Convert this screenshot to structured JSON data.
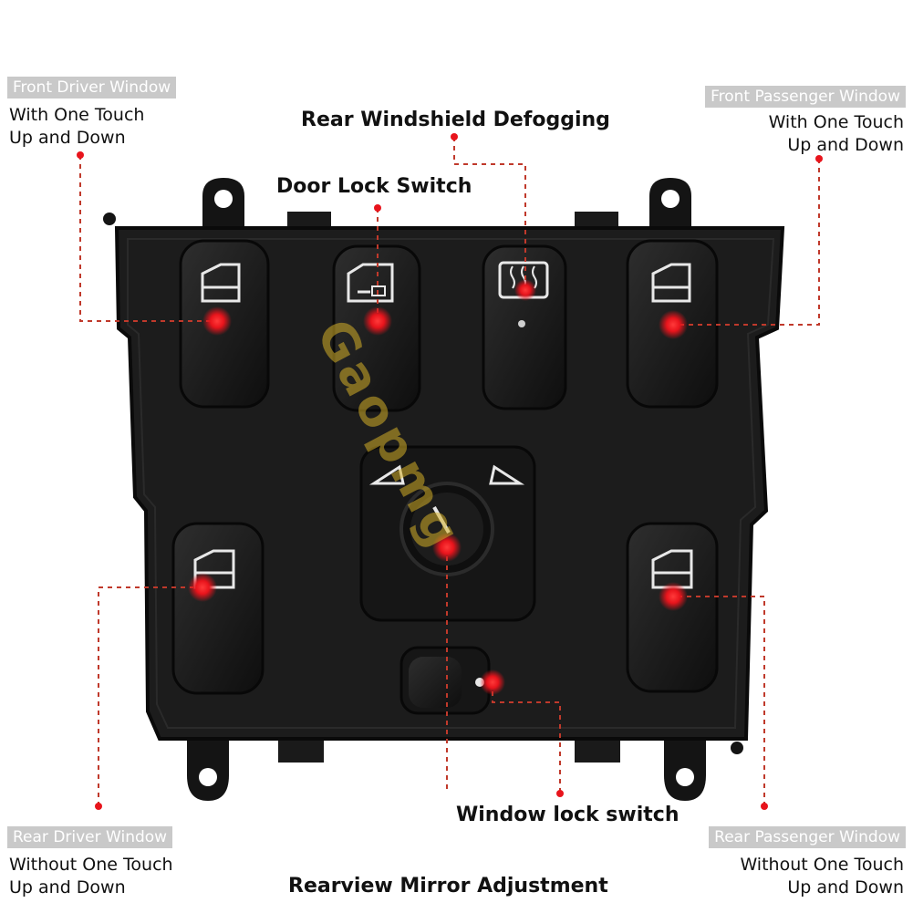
{
  "labels": {
    "front_driver": {
      "title": "Front Driver Window",
      "line1": "With One Touch",
      "line2": "Up and Down"
    },
    "front_passenger": {
      "title": "Front Passenger Window",
      "line1": "With One Touch",
      "line2": "Up and Down"
    },
    "rear_driver": {
      "title": "Rear Driver Window",
      "line1": "Without One Touch",
      "line2": "Up and Down"
    },
    "rear_passenger": {
      "title": "Rear Passenger Window",
      "line1": "Without One Touch",
      "line2": "Up and Down"
    },
    "defog": "Rear Windshield Defogging",
    "door_lock": "Door Lock Switch",
    "window_lock": "Window lock switch",
    "mirror": "Rearview Mirror Adjustment"
  },
  "watermark": "Gaopmg",
  "colors": {
    "panel": "#1c1c1c",
    "panel_edge": "#0d0d0d",
    "button": "#151515",
    "marker": "#e8141c",
    "leader": "#c0392b",
    "tag_bg": "#c9c9c9"
  },
  "icons": [
    "window-up-icon",
    "door-lock-icon",
    "rear-defog-icon",
    "mirror-icon"
  ]
}
